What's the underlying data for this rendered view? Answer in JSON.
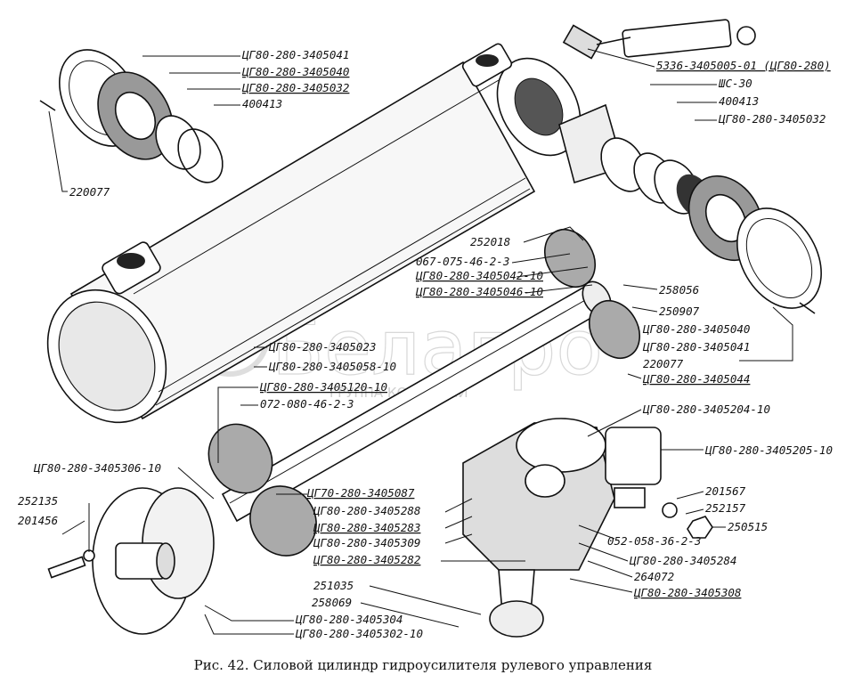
{
  "caption": "Рис. 42. Силовой цилиндр гидроусилителя рулевого управления",
  "watermark": {
    "brand": "Белагро",
    "subtitle": "ГРУППА КОМПАНИЙ"
  },
  "labels": {
    "l01": "ЦГ80-280-3405041",
    "l02": "ЦГ80-280-3405040",
    "l03": "ЦГ80-280-3405032",
    "l04": "400413",
    "l05": "220077",
    "l06": "5336-3405005-01 (ЦГ80-280)",
    "l07": "ШС-30",
    "l08": "400413",
    "l09": "ЦГ80-280-3405032",
    "l10": "252018",
    "l11": "067-075-46-2-3",
    "l12": "ЦГ80-280-3405042-10",
    "l13": "ЦГ80-280-3405046-10",
    "l14": "258056",
    "l15": "250907",
    "l16": "ЦГ80-280-3405040",
    "l17": "ЦГ80-280-3405041",
    "l18": "220077",
    "l19": "ЦГ80-280-3405044",
    "l20": "ЦГ80-280-3405023",
    "l21": "ЦГ80-280-3405058-10",
    "l22": "ЦГ80-280-3405120-10",
    "l23": "072-080-46-2-3",
    "l24": "ЦГ80-280-3405204-10",
    "l25": "ЦГ80-280-3405205-10",
    "l26": "ЦГ80-280-3405306-10",
    "l27": "252135",
    "l28": "201456",
    "l29": "ЦГ70-280-3405087",
    "l30": "ЦГ80-280-3405288",
    "l31": "ЦГ80-280-3405283",
    "l32": "ЦГ80-280-3405309",
    "l33": "ЦГ80-280-3405282",
    "l34": "201567",
    "l35": "252157",
    "l36": "250515",
    "l37": "052-058-36-2-3",
    "l38": "ЦГ80-280-3405284",
    "l39": "264072",
    "l40": "ЦГ80-280-3405308",
    "l41": "251035",
    "l42": "258069",
    "l43": "ЦГ80-280-3405304",
    "l44": "ЦГ80-280-3405302-10"
  }
}
